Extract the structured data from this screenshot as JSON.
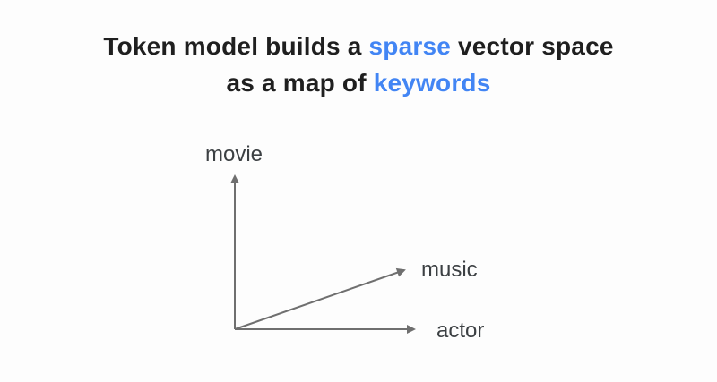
{
  "colors": {
    "background": "#fdfdfd",
    "title_text": "#1f1f1f",
    "accent_blue": "#4285f4",
    "arrow_gray": "#6f6f6f",
    "axis_label_text": "#3c4043"
  },
  "title": {
    "line1": {
      "lead": "Token model builds a ",
      "highlight": "sparse",
      "trail": " vector space"
    },
    "line2": {
      "lead": "as a map of ",
      "highlight": "keywords"
    }
  },
  "diagram": {
    "axes": [
      {
        "label": "movie"
      },
      {
        "label": "music"
      },
      {
        "label": "actor"
      }
    ]
  }
}
